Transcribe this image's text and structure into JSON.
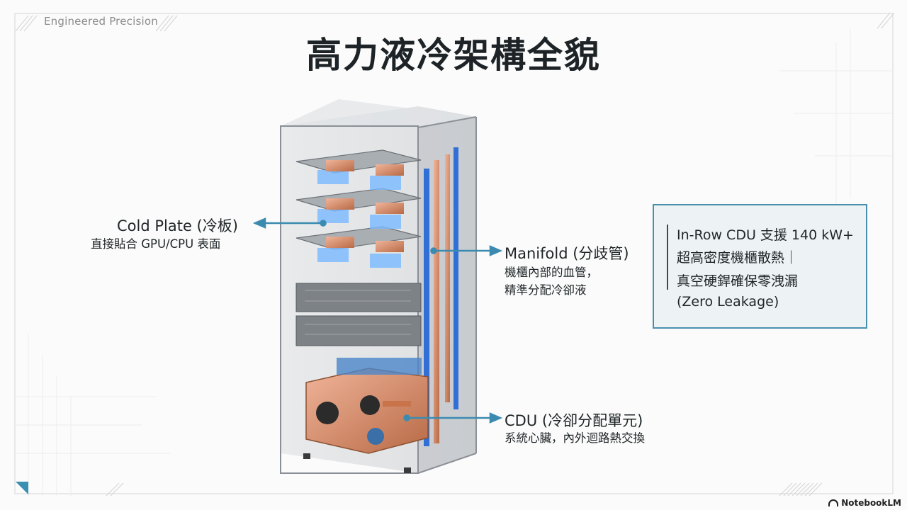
{
  "brand": "Engineered Precision",
  "title": "高力液冷架構全貌",
  "labels": {
    "cold_plate": {
      "title": "Cold Plate (冷板)",
      "desc": "直接貼合 GPU/CPU 表面"
    },
    "manifold": {
      "title": "Manifold (分歧管)",
      "desc_lines": [
        "機櫃內部的血管，",
        "精準分配冷卻液"
      ]
    },
    "cdu": {
      "title": "CDU (冷卻分配單元)",
      "desc": "系統心臟，內外迴路熱交換"
    }
  },
  "infobox": {
    "lines": [
      "In-Row CDU 支援 140 kW+",
      "超高密度機櫃散熱｜",
      "真空硬銲確保零洩漏",
      "(Zero Leakage)"
    ]
  },
  "watermark": "NotebookLM",
  "colors": {
    "accent": "#3b8bb0",
    "coolant_blue": "#2f6fd6",
    "copper": "#c8734a",
    "text_dark": "#1d2326"
  }
}
